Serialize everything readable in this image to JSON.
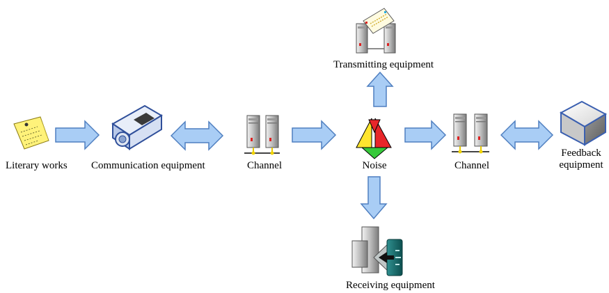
{
  "diagram": {
    "labels": {
      "literary_works": "Literary  works",
      "communication_equipment": "Communication equipment",
      "channel_1": "Channel",
      "noise": "Noise",
      "channel_2": "Channel",
      "feedback_equipment": "Feedback equipment",
      "transmitting_equipment": "Transmitting equipment",
      "receiving_equipment": "Receiving equipment"
    },
    "icons": {
      "literary_works": "sticky-note-icon",
      "communication_equipment": "projector-icon",
      "channel_1": "server-rack-icon",
      "noise": "triangle-signal-icon",
      "channel_2": "server-rack-icon",
      "feedback_equipment": "box-icon",
      "transmitting_equipment": "server-envelope-icon",
      "receiving_equipment": "exchange-equipment-icon"
    },
    "colors": {
      "arrow_fill": "#a9cdf5",
      "arrow_stroke": "#4f7fc0",
      "noise_red": "#e8262a",
      "noise_yellow": "#ffe52e",
      "noise_green": "#36c93a"
    }
  }
}
